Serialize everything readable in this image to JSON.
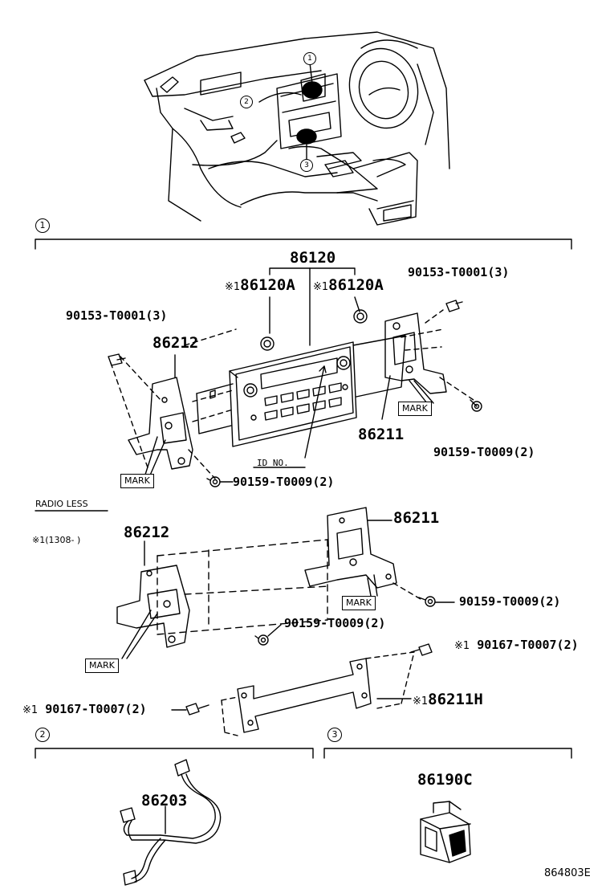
{
  "section_markers": {
    "s1": "1",
    "s2": "2",
    "s3": "3"
  },
  "overview_markers": {
    "m1": "1",
    "m2": "2",
    "m3": "3"
  },
  "section1": {
    "main_part": "86120",
    "knob_left": "86120A",
    "knob_right": "86120A",
    "knob_prefix": "※1",
    "bolt_left": "90153-T0001(3)",
    "bolt_right": "90153-T0001(3)",
    "bracket_left": "86212",
    "bracket_right": "86211",
    "screw_right": "90159-T0009(2)",
    "screw_bottom": "90159-T0009(2)",
    "id_label": "ID NO.",
    "mark_left": "MARK",
    "mark_right": "MARK"
  },
  "radio_less": {
    "title": "RADIO LESS",
    "note": "※1(1308-    )",
    "bracket_left": "86212",
    "bracket_right": "86211",
    "screw_right": "90159-T0009(2)",
    "screw_mid": "90159-T0009(2)",
    "bolt_right": "90167-T0007(2)",
    "bolt_right_prefix": "※1",
    "bolt_left": "90167-T0007(2)",
    "bolt_left_prefix": "※1",
    "stay": "86211H",
    "stay_prefix": "※1",
    "mark_left": "MARK",
    "mark_right": "MARK"
  },
  "section2": {
    "harness": "86203"
  },
  "section3": {
    "switch": "86190C"
  },
  "figure_code": "864803E"
}
